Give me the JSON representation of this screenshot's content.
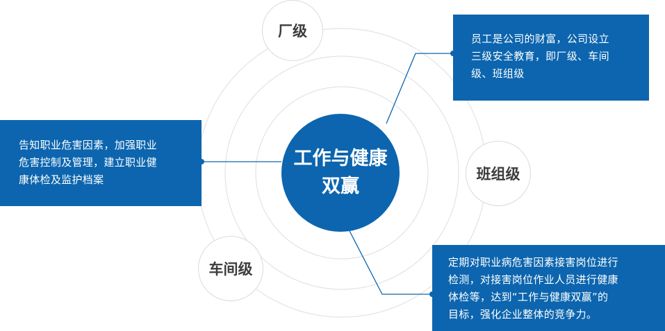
{
  "center": {
    "line1": "工作与健康",
    "line2": "双赢"
  },
  "levels": {
    "factory": "厂级",
    "workshop": "车间级",
    "team": "班组级"
  },
  "boxes": {
    "top_right": {
      "lines": [
        "员工是公司的财富，公司设立",
        "三级安全教育，即厂级、车间",
        "级、班组级"
      ]
    },
    "left": {
      "lines": [
        "告知职业危害因素，加强职业",
        "危害控制及管理，建立职业健",
        "康体检及监护档案"
      ]
    },
    "bottom_right": {
      "lines": [
        "定期对职业病危害因素接害岗位进行",
        "检测，对接害岗位作业人员进行健康",
        "体检等，达到“工作与健康双赢”的",
        "目标，强化企业整体的竞争力。"
      ]
    }
  },
  "colors": {
    "primary": "#0c65ae",
    "ring": "#e3e3e3",
    "text_dark": "#3c3c3c"
  }
}
